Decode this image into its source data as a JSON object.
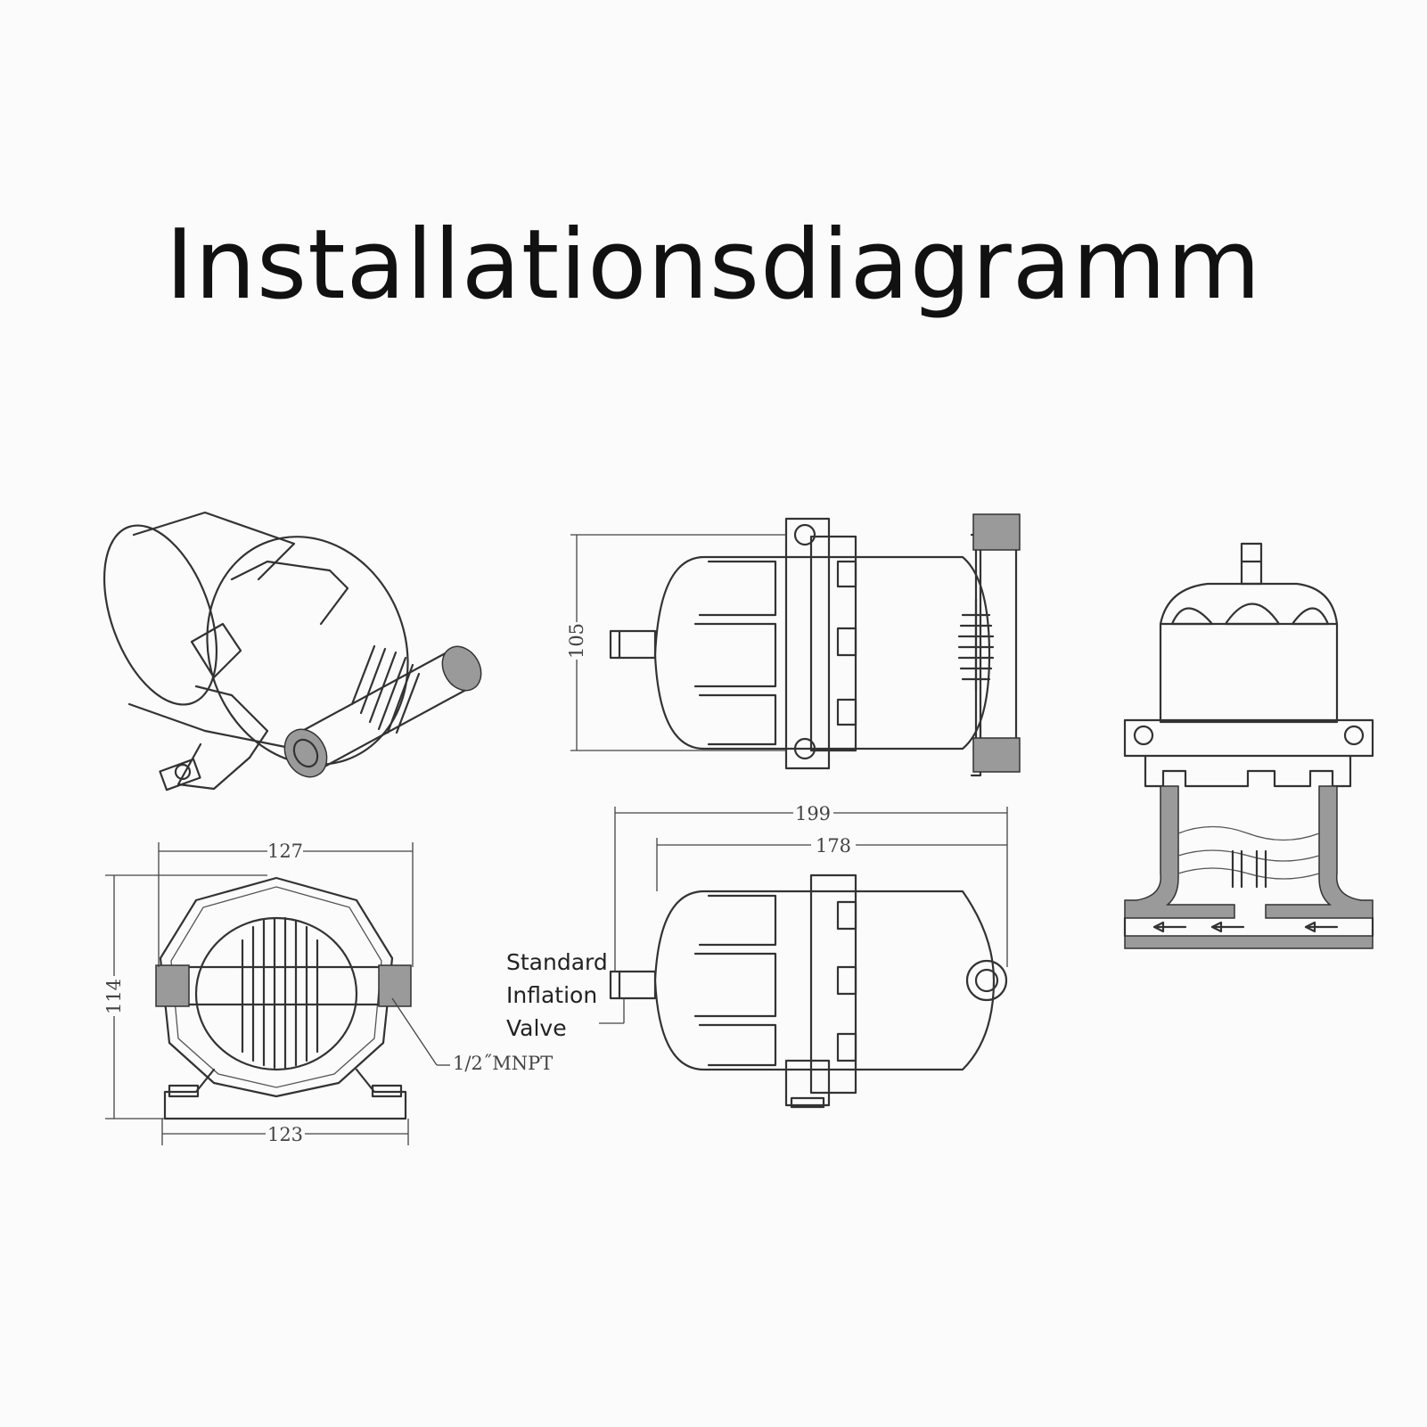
{
  "title": "Installationsdiagramm",
  "dimensions": {
    "front_width_top": "127",
    "front_height": "114",
    "front_base_width": "123",
    "side_height": "105",
    "bottom_total_length": "199",
    "bottom_body_length": "178"
  },
  "labels": {
    "thread": "1/2˝MNPT",
    "valve_line1": "Standard",
    "valve_line2": "Inflation",
    "valve_line3": "Valve"
  }
}
